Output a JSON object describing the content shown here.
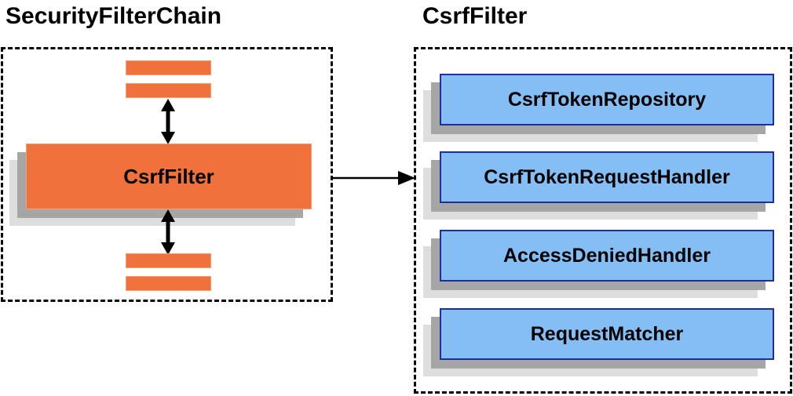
{
  "diagram": {
    "left_panel": {
      "title": "SecurityFilterChain",
      "filter_box_label": "CsrfFilter"
    },
    "right_panel": {
      "title": "CsrfFilter",
      "components": [
        {
          "label": "CsrfTokenRepository"
        },
        {
          "label": "CsrfTokenRequestHandler"
        },
        {
          "label": "AccessDeniedHandler"
        },
        {
          "label": "RequestMatcher"
        }
      ]
    },
    "colors": {
      "orange_fill": "#F0713C",
      "orange_border": "#F7A172",
      "blue_fill": "#85BEF4",
      "blue_border": "#1F2E9E",
      "shadow_dark": "#A6A6A6",
      "shadow_light": "#DEDEDE",
      "arrow": "#000000",
      "border": "#000000"
    }
  }
}
